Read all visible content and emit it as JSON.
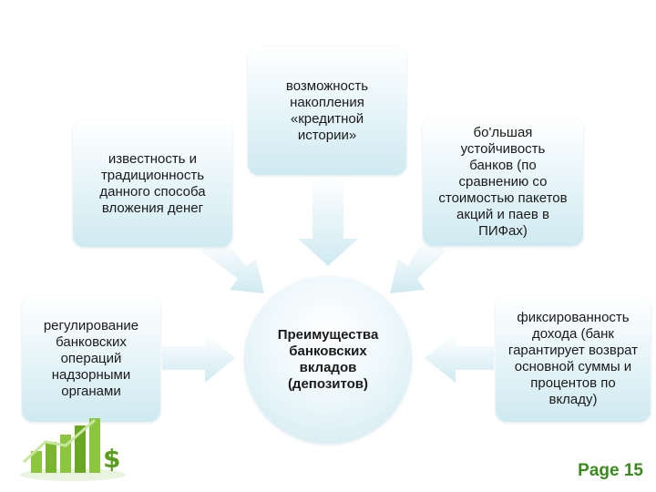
{
  "center": {
    "text": "Преимущества\nбанковских\nвкладов\n(депозитов)"
  },
  "boxes": {
    "top": "возможность\nнакопления\n«кредитной\nистории»",
    "upper_left": "известность и\nтрадиционность\nданного способа\nвложения денег",
    "upper_right": "бо'льшая\nустойчивость\nбанков (по\nсравнению со\nстоимостью пакетов\nакций и паев в\nПИФах)",
    "lower_left": "регулирование\nбанковских\nопераций\nнадзорными\nорганами",
    "lower_right": "фиксированность\nдохода (банк\nгарантирует возврат\nосновной суммы и\nпроцентов по\nвкладу)"
  },
  "footer": {
    "page": "Page 15"
  },
  "colors": {
    "arrow": "#dcf0f5",
    "page_label": "#3a8a1e",
    "chart_bar": "#8cc63f"
  },
  "icons": {
    "decoration": "chart-dollar-icon"
  }
}
